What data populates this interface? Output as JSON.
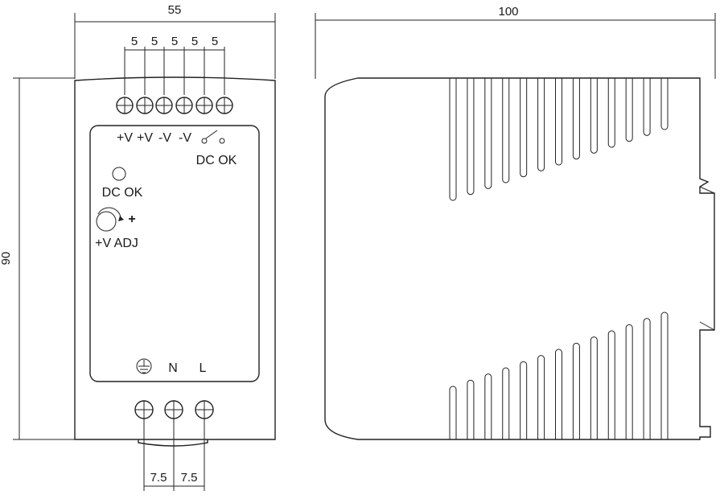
{
  "front_view": {
    "width_dim": "55",
    "height_dim": "90",
    "terminal_pitch": [
      "5",
      "5",
      "5",
      "5",
      "5"
    ],
    "input_pitch": [
      "7.5",
      "7.5"
    ],
    "output_terminals": [
      "+V",
      "+V",
      "-V",
      "-V"
    ],
    "relay_label": "DC OK",
    "led_label": "DC OK",
    "adj_label": "+V ADJ",
    "adj_plus": "+",
    "input_terminals": {
      "neutral": "N",
      "line": "L"
    },
    "ground_symbol": "protective-earth-icon"
  },
  "side_view": {
    "depth_dim": "100"
  },
  "colors": {
    "line": "#222222",
    "background": "#ffffff"
  }
}
